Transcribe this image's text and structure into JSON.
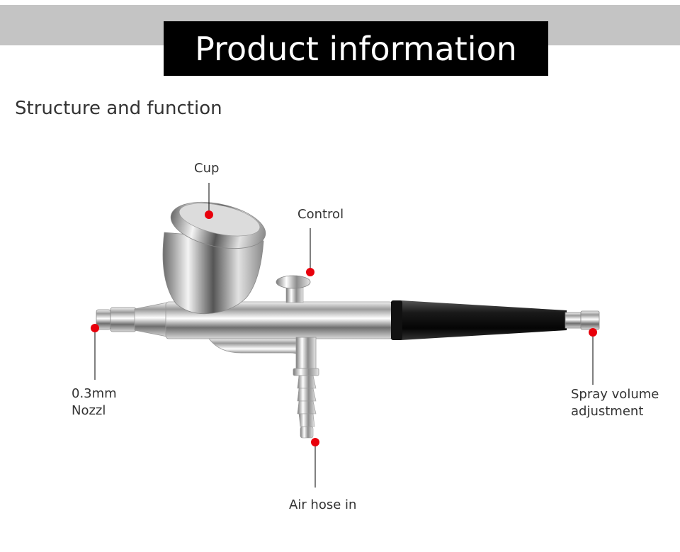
{
  "header": {
    "title": "Product information"
  },
  "section": {
    "title": "Structure and function"
  },
  "callouts": {
    "cup": "Cup",
    "control": "Control",
    "nozzle_line1": "0.3mm",
    "nozzle_line2": "Nozzl",
    "spray_line1": "Spray volume",
    "spray_line2": "adjustment",
    "air_hose": "Air hose in"
  },
  "colors": {
    "marker": "#e8000b",
    "banner": "#000000",
    "band": "#c4c4c4"
  }
}
